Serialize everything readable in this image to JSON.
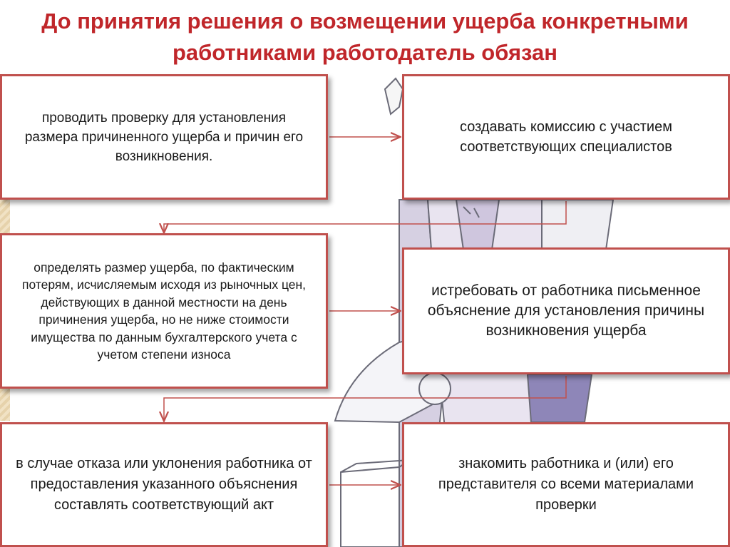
{
  "title": "До принятия решения о возмещении ущерба конкретными работниками работодатель обязан",
  "boxes": {
    "check": "проводить проверку для установления размера причиненного ущерба и причин его возникновения.",
    "commission": "создавать комиссию с участием соответствующих специалистов",
    "determine": "определять  размер ущерба, по фактическим потерям, исчисляемым исходя из рыночных цен, действующих в данной местности на день причинения ущерба, но не ниже стоимости имущества по данным бухгалтерского учета с учетом степени износа",
    "explanation": "истребовать от работника письменное объяснение для установления причины возникновения ущерба",
    "refusal": "в случае отказа или уклонения работника от предоставления указанного объяснения составлять соответствующий акт",
    "familiarize": "знакомить работника и (или) его представителя  со всеми материалами проверки"
  },
  "colors": {
    "title": "#c0262a",
    "border": "#c0504d",
    "connector": "#c0504d"
  }
}
